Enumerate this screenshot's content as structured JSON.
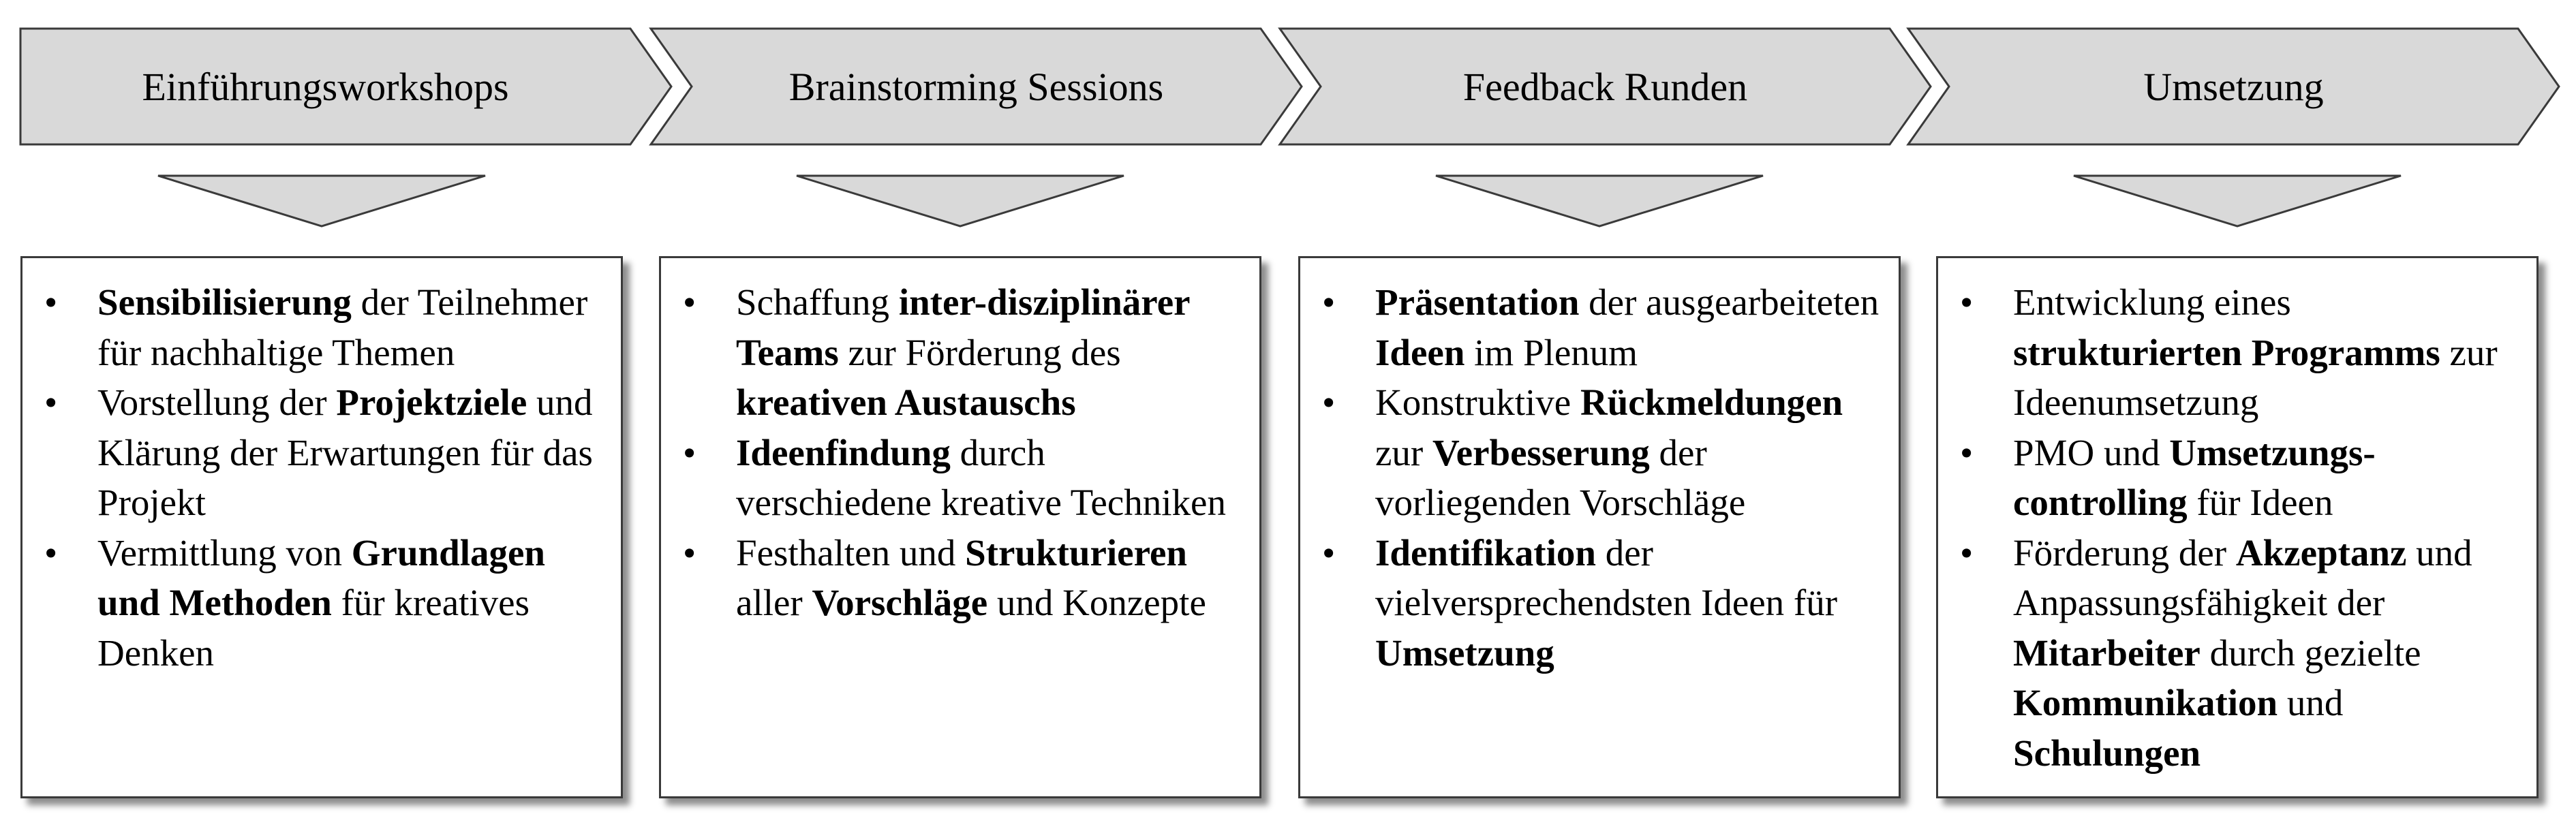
{
  "phases": [
    {
      "title": "Einführungsworkshops",
      "bullets": [
        [
          {
            "t": "Sensibilisierung",
            "b": true
          },
          {
            "t": " der Teilnehmer für nachhaltige Themen",
            "b": false
          }
        ],
        [
          {
            "t": "Vorstellung der ",
            "b": false
          },
          {
            "t": "Projektziele",
            "b": true
          },
          {
            "t": " und Klärung der Erwartungen für das Projekt",
            "b": false
          }
        ],
        [
          {
            "t": "Vermittlung von ",
            "b": false
          },
          {
            "t": "Grundlagen und Methoden",
            "b": true
          },
          {
            "t": " für kreatives Denken",
            "b": false
          }
        ]
      ]
    },
    {
      "title": "Brainstorming Sessions",
      "bullets": [
        [
          {
            "t": "Schaffung ",
            "b": false
          },
          {
            "t": "inter-disziplinärer Teams",
            "b": true
          },
          {
            "t": " zur Förderung des ",
            "b": false
          },
          {
            "t": "kreativen Austauschs",
            "b": true
          }
        ],
        [
          {
            "t": "Ideenfindung",
            "b": true
          },
          {
            "t": " durch verschiedene kreative Techniken",
            "b": false
          }
        ],
        [
          {
            "t": "Festhalten und ",
            "b": false
          },
          {
            "t": "Strukturieren",
            "b": true
          },
          {
            "t": " aller ",
            "b": false
          },
          {
            "t": "Vorschläge",
            "b": true
          },
          {
            "t": " und Konzepte",
            "b": false
          }
        ]
      ]
    },
    {
      "title": "Feedback Runden",
      "bullets": [
        [
          {
            "t": "Präsentation",
            "b": true
          },
          {
            "t": " der ausgearbeiteten ",
            "b": false
          },
          {
            "t": "Ideen",
            "b": true
          },
          {
            "t": " im Plenum",
            "b": false
          }
        ],
        [
          {
            "t": "Konstruktive ",
            "b": false
          },
          {
            "t": "Rückmeldungen",
            "b": true
          },
          {
            "t": " zur ",
            "b": false
          },
          {
            "t": "Verbesserung",
            "b": true
          },
          {
            "t": " der vorliegenden Vorschläge",
            "b": false
          }
        ],
        [
          {
            "t": "Identifikation",
            "b": true
          },
          {
            "t": " der vielversprechendsten Ideen für ",
            "b": false
          },
          {
            "t": "Umsetzung",
            "b": true
          }
        ]
      ]
    },
    {
      "title": "Umsetzung",
      "bullets": [
        [
          {
            "t": "Entwicklung eines ",
            "b": false
          },
          {
            "t": "strukturierten Programms",
            "b": true
          },
          {
            "t": " zur Ideenumsetzung",
            "b": false
          }
        ],
        [
          {
            "t": "PMO und ",
            "b": false
          },
          {
            "t": "Umsetzungs-controlling",
            "b": true
          },
          {
            "t": " für Ideen",
            "b": false
          }
        ],
        [
          {
            "t": "Förderung der ",
            "b": false
          },
          {
            "t": "Akzeptanz",
            "b": true
          },
          {
            "t": " und Anpassungsfähigkeit der ",
            "b": false
          },
          {
            "t": "Mitarbeiter",
            "b": true
          },
          {
            "t": " durch gezielte ",
            "b": false
          },
          {
            "t": "Kommunikation",
            "b": true
          },
          {
            "t": " und ",
            "b": false
          },
          {
            "t": "Schulungen",
            "b": true
          }
        ]
      ]
    }
  ]
}
